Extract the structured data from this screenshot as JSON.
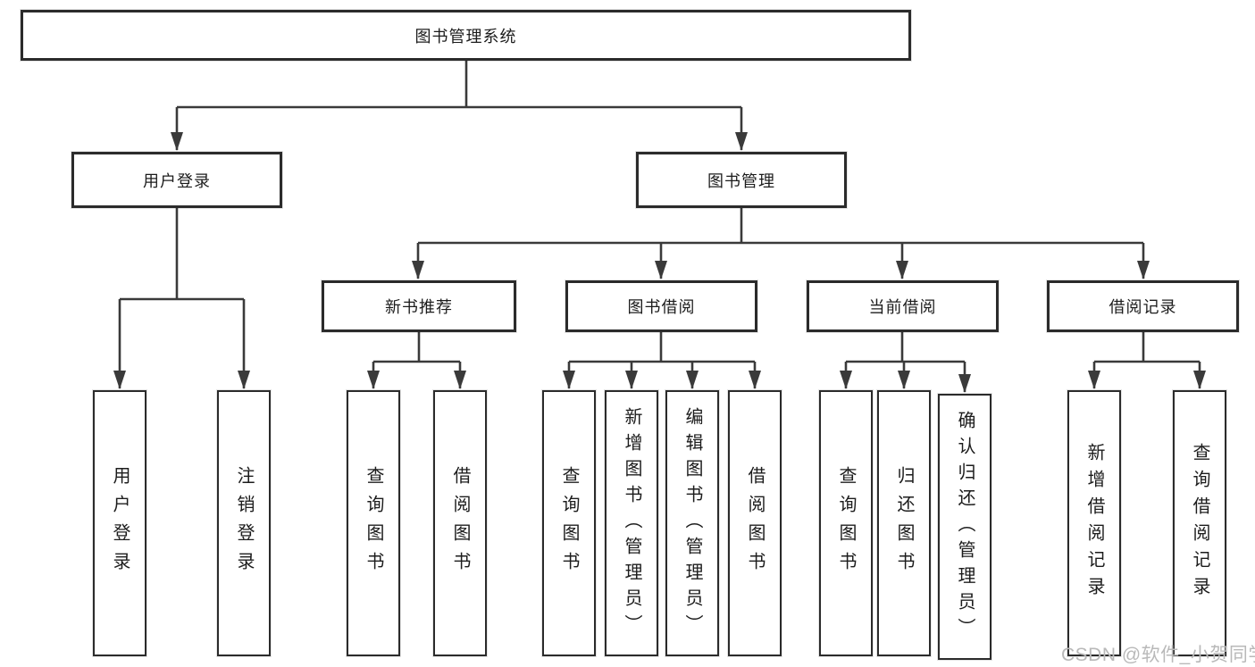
{
  "colors": {
    "line": "#3a3a3a",
    "box_border": "#2b2b2b",
    "text": "#1c1c1c",
    "background": "#ffffff",
    "watermark": "#b9b9b9"
  },
  "watermark": "CSDN @软件_小贺同学",
  "tree": {
    "root": "图书管理系统",
    "user_login": {
      "label": "用户登录",
      "children": [
        "用户登录",
        "注销登录"
      ]
    },
    "book_management": {
      "label": "图书管理",
      "sections": [
        {
          "label": "新书推荐",
          "children": [
            "查询图书",
            "借阅图书"
          ]
        },
        {
          "label": "图书借阅",
          "children": [
            "查询图书",
            "新增图书（管理员）",
            "编辑图书（管理员）",
            "借阅图书"
          ]
        },
        {
          "label": "当前借阅",
          "children": [
            "查询图书",
            "归还图书",
            "确认归还（管理员）"
          ]
        },
        {
          "label": "借阅记录",
          "children": [
            "新增借阅记录",
            "查询借阅记录"
          ]
        }
      ]
    }
  }
}
